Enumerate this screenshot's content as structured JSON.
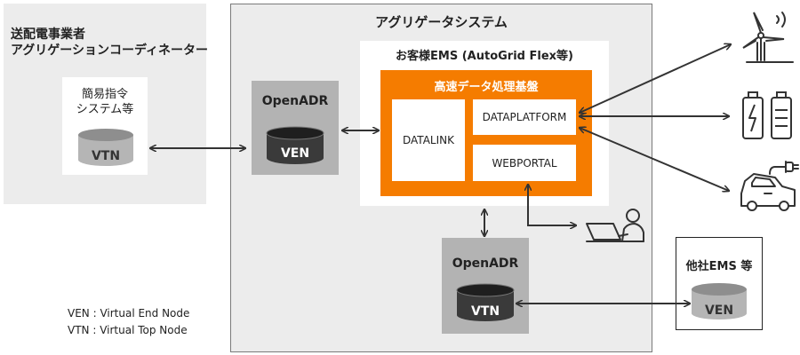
{
  "operator": {
    "line1": "送配電事業者",
    "line2": "アグリゲーションコーディネーター",
    "system_line1": "簡易指令",
    "system_line2": "システム等",
    "vtn_label": "VTN"
  },
  "aggregator": {
    "title": "アグリゲータシステム",
    "ems_title": "お客様EMS (AutoGrid Flex等)",
    "platform_title": "高速データ処理基盤",
    "datalink": "DATALINK",
    "dataplatform": "DATAPLATFORM",
    "webportal": "WEBPORTAL",
    "openadr_ven_title": "OpenADR",
    "ven_label": "VEN",
    "openadr_vtn_title": "OpenADR",
    "vtn_label": "VTN"
  },
  "other_ems": {
    "title": "他社EMS 等",
    "ven_label": "VEN"
  },
  "legend": {
    "ven": "VEN : Virtual End Node",
    "vtn": "VTN : Virtual Top Node"
  },
  "icons": [
    "wind-turbine-icon",
    "battery-icon",
    "ev-car-icon",
    "user-laptop-icon",
    "database-cylinder-icon"
  ],
  "colors": {
    "orange": "#f57c00",
    "panel_grey": "#ececec",
    "box_grey": "#b3b3b3",
    "dark": "#333333"
  }
}
